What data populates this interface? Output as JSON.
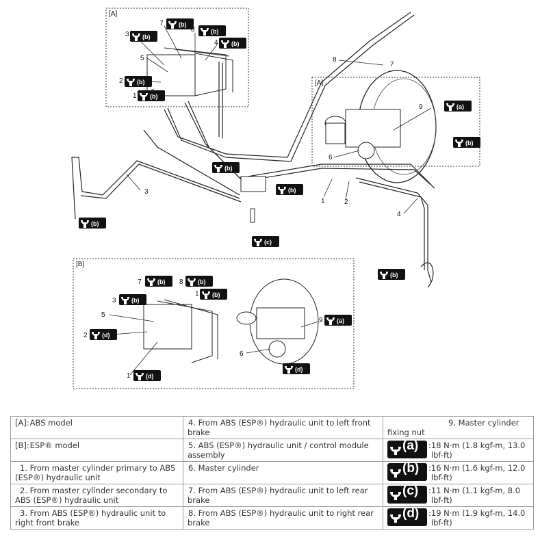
{
  "diagram": {
    "callouts": [
      "1",
      "2",
      "3",
      "4",
      "5",
      "6",
      "7",
      "8",
      "9"
    ],
    "box_a_label": "[A]",
    "box_b_label": "[B]",
    "torque_tags": {
      "a": "(a)",
      "b": "(b)",
      "c": "(c)",
      "d": "(d)"
    }
  },
  "legend": {
    "rows": [
      [
        {
          "num": "[A]:",
          "text": "ABS model"
        },
        {
          "num": "4.",
          "text": "From ABS (ESP®) hydraulic unit to left front brake"
        },
        {
          "num": "9.",
          "text": "Master cylinder fixing nut"
        }
      ],
      [
        {
          "num": "[B]:",
          "text": "ESP® model"
        },
        {
          "num": "5.",
          "text": "ABS (ESP®) hydraulic unit / control module assembly"
        },
        {
          "torque": "(a)",
          "text": "18 N·m (1.8 kgf-m, 13.0 lbf-ft)"
        }
      ],
      [
        {
          "num": "1.",
          "text": "From master cylinder primary to ABS (ESP®) hydraulic unit"
        },
        {
          "num": "6.",
          "text": "Master cylinder"
        },
        {
          "torque": "(b)",
          "text": "16 N·m (1.6 kgf-m, 12.0 lbf-ft)"
        }
      ],
      [
        {
          "num": "2.",
          "text": "From master cylinder secondary to ABS (ESP®) hydraulic unit"
        },
        {
          "num": "7.",
          "text": "From ABS (ESP®) hydraulic unit to left rear brake"
        },
        {
          "torque": "(c)",
          "text": "11 N·m (1.1 kgf-m, 8.0 lbf-ft)"
        }
      ],
      [
        {
          "num": "3.",
          "text": "From ABS (ESP®) hydraulic unit to right front brake"
        },
        {
          "num": "8.",
          "text": "From ABS (ESP®) hydraulic unit to right rear brake"
        },
        {
          "torque": "(d)",
          "text": "19 N·m (1.9 kgf-m, 14.0 lbf-ft)"
        }
      ]
    ]
  }
}
